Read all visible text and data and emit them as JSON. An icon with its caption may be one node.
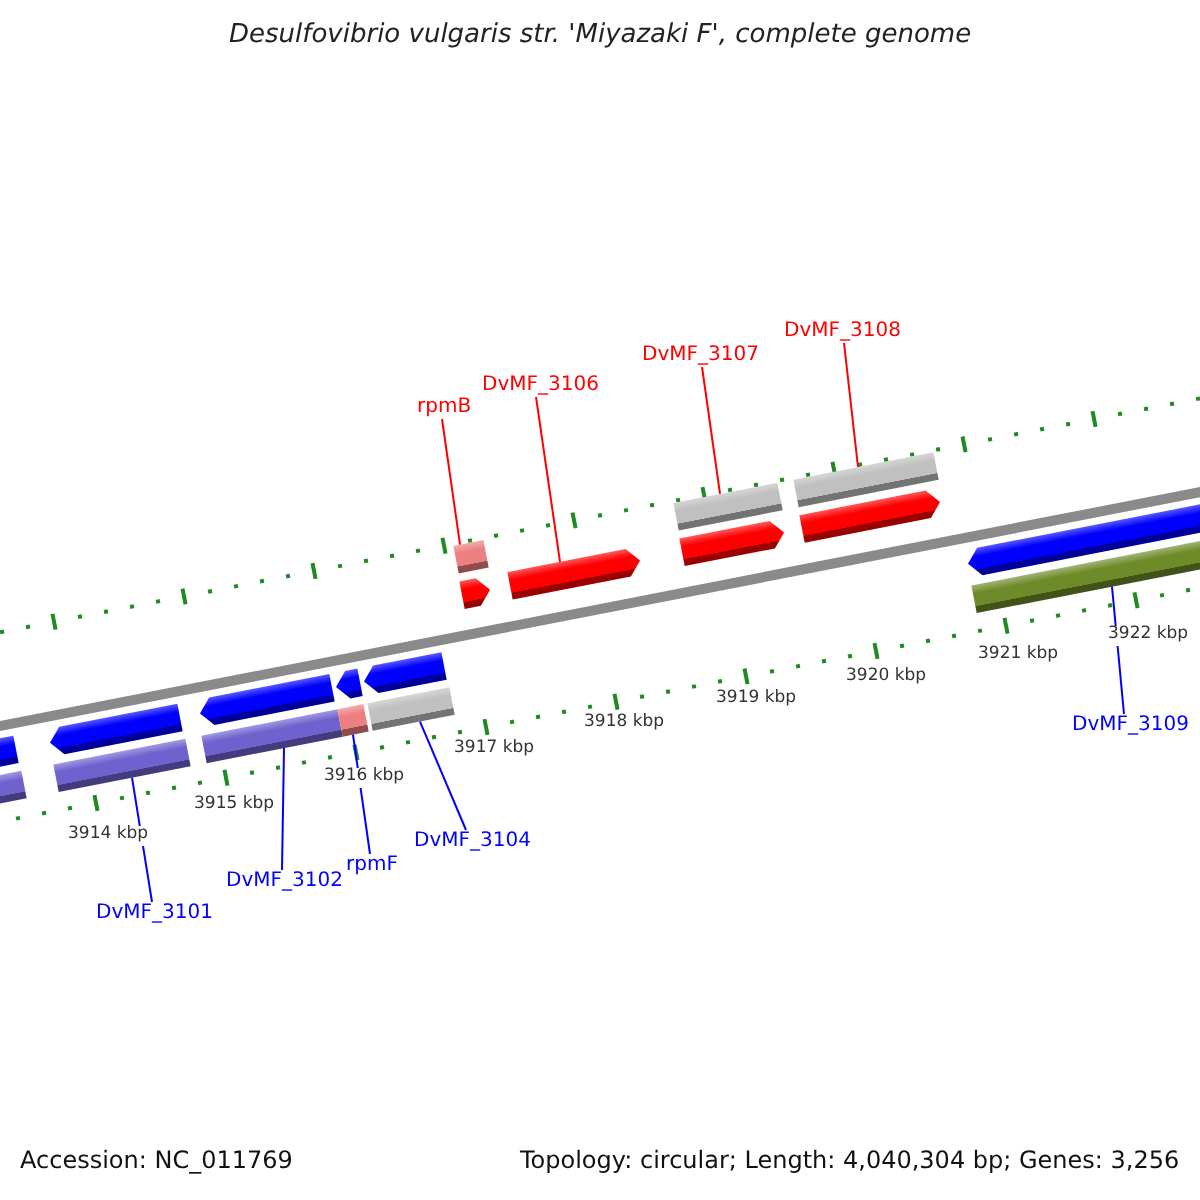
{
  "diagram": {
    "title": "Desulfovibrio vulgaris str. 'Miyazaki F', complete genome",
    "nodes": [
      {
        "text": [
          "rpmB"
        ]
      },
      {
        "text": [
          "DvMF_3106"
        ]
      },
      {
        "text": [
          "DvMF_3107"
        ]
      },
      {
        "text": [
          "DvMF_3108"
        ]
      },
      {
        "text": [
          "DvMF_3101"
        ]
      },
      {
        "text": [
          "DvMF_3102"
        ]
      },
      {
        "text": [
          "rpmF"
        ]
      },
      {
        "text": [
          "DvMF_3104"
        ]
      },
      {
        "text": [
          "DvMF_3109"
        ]
      },
      {
        "text": [],
        "shape": "pentagon"
      },
      {
        "text": [],
        "shape": "bar"
      },
      {
        "text": [],
        "shape": "pentagon"
      },
      {
        "text": [],
        "shape": "bar"
      },
      {
        "text": [],
        "shape": "pentagon"
      },
      {
        "text": [],
        "shape": "bar"
      },
      {
        "text": [],
        "shape": "pentagon"
      },
      {
        "text": [],
        "shape": "bar"
      },
      {
        "text": [],
        "shape": "pentagon"
      },
      {
        "text": [],
        "shape": "bar"
      },
      {
        "text": [],
        "shape": "bar"
      },
      {
        "text": [],
        "shape": "pentagon"
      },
      {
        "text": [],
        "shape": "pentagon"
      },
      {
        "text": [],
        "shape": "bar"
      },
      {
        "text": [],
        "shape": "pentagon"
      },
      {
        "text": [],
        "shape": "bar"
      },
      {
        "text": [],
        "shape": "pentagon"
      },
      {
        "text": [],
        "shape": "pentagon"
      },
      {
        "text": [],
        "shape": "bar"
      }
    ],
    "edges": [
      {
        "from": 0,
        "to": 19,
        "arrow": "none",
        "color": "#ff0000"
      },
      {
        "from": 1,
        "to": 21,
        "arrow": "none",
        "color": "#ff0000"
      },
      {
        "from": 2,
        "to": 22,
        "arrow": "none",
        "color": "#ff0000"
      },
      {
        "from": 3,
        "to": 24,
        "arrow": "none",
        "color": "#ff0000"
      },
      {
        "from": 4,
        "to": 12,
        "arrow": "none"
      },
      {
        "from": 5,
        "to": 14,
        "arrow": "none"
      },
      {
        "from": 6,
        "to": 16,
        "arrow": "none"
      },
      {
        "from": 7,
        "to": 18,
        "arrow": "none"
      },
      {
        "from": 8,
        "to": 27,
        "arrow": "none"
      }
    ],
    "labels": [
      "3914 kbp",
      "3915 kbp",
      "3916 kbp",
      "3917 kbp",
      "3918 kbp",
      "3919 kbp",
      "3920 kbp",
      "3921 kbp",
      "3922 kbp",
      "Accession: NC_011769",
      "Topology: circular; Length: 4,040,304 bp; Genes: 3,256"
    ]
  }
}
